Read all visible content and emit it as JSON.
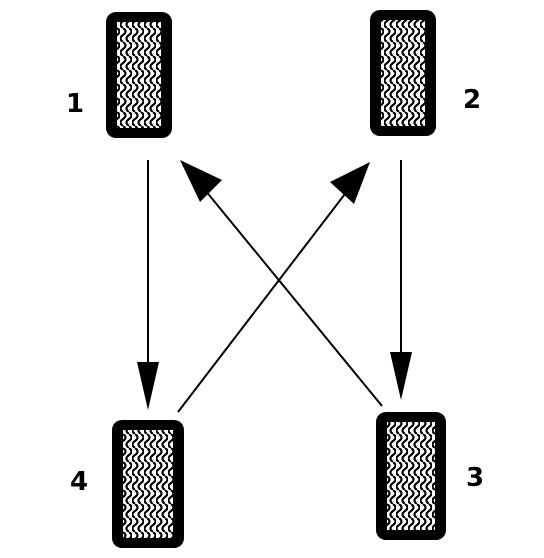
{
  "colors": {
    "ink": "#000000",
    "background": "#ffffff"
  },
  "tires": [
    {
      "id": "front-left",
      "number": "1"
    },
    {
      "id": "front-right",
      "number": "2"
    },
    {
      "id": "rear-right",
      "number": "3"
    },
    {
      "id": "rear-left",
      "number": "4"
    }
  ],
  "arrows": [
    {
      "from": "1",
      "to": "4"
    },
    {
      "from": "2",
      "to": "3"
    },
    {
      "from": "3",
      "to": "1"
    },
    {
      "from": "4",
      "to": "2"
    }
  ]
}
